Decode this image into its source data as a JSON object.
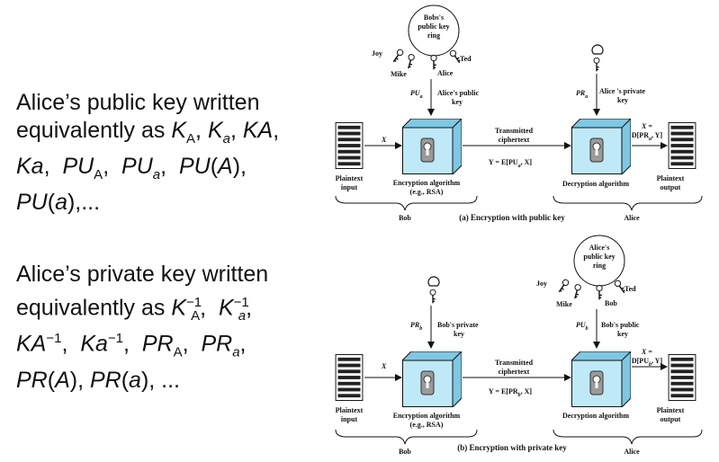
{
  "slide": {
    "public_note": [
      "Alice’s public key written",
      "equivalently as K_A, K_a, KA,",
      "Ka,  PU_A,  PU_a,  PU(A),",
      "PU(a),..."
    ],
    "private_note": [
      "Alice’s private key written",
      "equivalently as K_A^−1, K_a^−1,",
      "KA^−1, Ka^−1, PR_A, PR_a,",
      "PR(A), PR(a), ..."
    ]
  },
  "diagram_a": {
    "ring_title": [
      "Bobs's",
      "public key",
      "ring"
    ],
    "holders": {
      "joy": "Joy",
      "mike": "Mike",
      "ted": "Ted",
      "alice": "Alice"
    },
    "key_in": "PU",
    "key_in_sub": "a",
    "key_in_desc": [
      "Alice's public",
      "key"
    ],
    "key_out": "PR",
    "key_out_sub": "a",
    "key_out_desc": [
      "Alice 's private",
      "key"
    ],
    "x_label": "X",
    "transmitted": [
      "Transmitted",
      "ciphertext"
    ],
    "y_eq": "Y = E[PU",
    "y_sub": "a",
    "y_tail": ", X]",
    "x_eq": "X =",
    "x_dec": "D[PR",
    "x_dec_sub": "a",
    "x_dec_tail": ", Y]",
    "plaintext_input": [
      "Plaintext",
      "input"
    ],
    "plaintext_output": [
      "Plaintext",
      "output"
    ],
    "enc_alg": [
      "Encryption algorithm",
      "(e.g., RSA)"
    ],
    "dec_alg": "Decryption algorithm",
    "sender": "Bob",
    "receiver": "Alice",
    "caption": "(a) Encryption with public key"
  },
  "diagram_b": {
    "ring_title": [
      "Alice's",
      "public key",
      "ring"
    ],
    "holders": {
      "joy": "Joy",
      "mike": "Mike",
      "ted": "Ted",
      "bob": "Bob"
    },
    "key_in": "PR",
    "key_in_sub": "b",
    "key_in_desc": [
      "Bob's private",
      "key"
    ],
    "key_out": "PU",
    "key_out_sub": "b",
    "key_out_desc": [
      "Bob's public",
      "key"
    ],
    "x_label": "X",
    "transmitted": [
      "Transmitted",
      "ciphertext"
    ],
    "y_eq": "Y = E[PR",
    "y_sub": "b",
    "y_tail": ", X]",
    "x_eq": "X =",
    "x_dec": "D[PU",
    "x_dec_sub": "b",
    "x_dec_tail": ", Y]",
    "plaintext_input": [
      "Plaintext",
      "input"
    ],
    "plaintext_output": [
      "Plaintext",
      "output"
    ],
    "enc_alg": [
      "Encryption algorithm",
      "(e.g., RSA)"
    ],
    "dec_alg": "Decryption algorithm",
    "sender": "Bob",
    "receiver": "Alice",
    "caption": "(b) Encryption with private key"
  },
  "colors": {
    "box_fill": "#bfe9f7",
    "box_side": "#7fc7e2",
    "lock": "#8a8a8a",
    "ink": "#111111"
  }
}
